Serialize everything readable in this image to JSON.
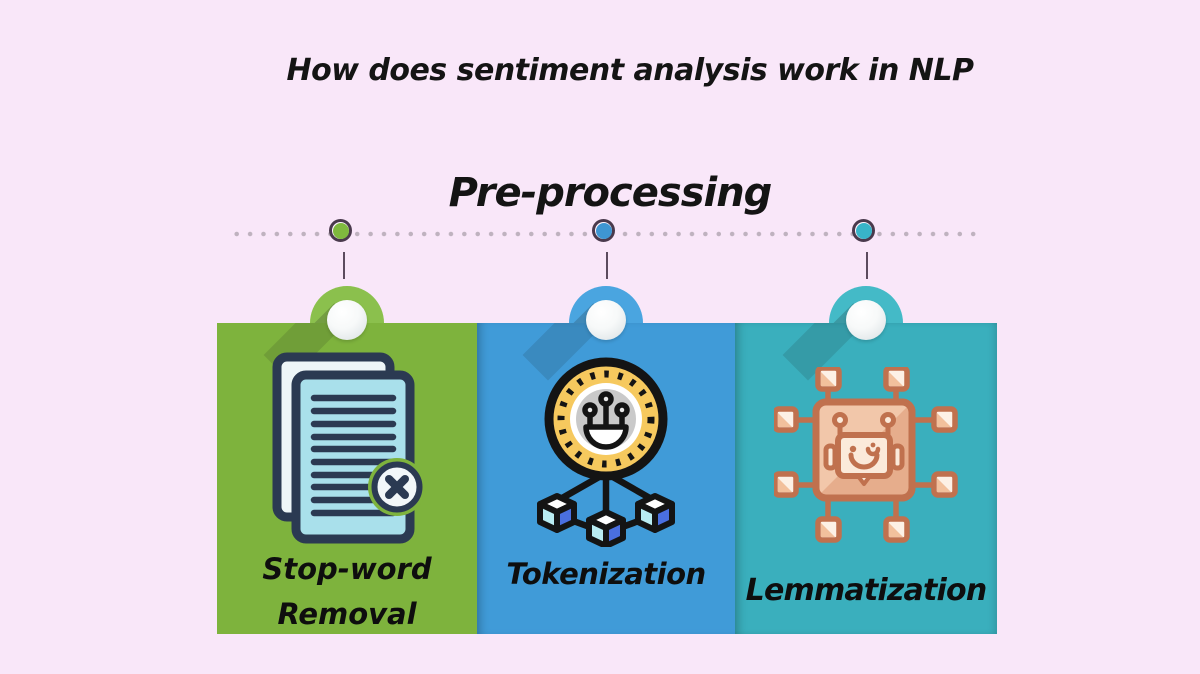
{
  "page": {
    "background": "#f9e7f9",
    "title": "How does sentiment analysis work in NLP",
    "text_color": "#141414"
  },
  "section": {
    "heading": "Pre-processing"
  },
  "timeline": {
    "dotted_line_color": "#bfb2bf",
    "marker_ring_color": "#4a3a4d",
    "marker_inner_background": "#fdf3fc",
    "connector_color": "#5c4b5e",
    "markers": [
      {
        "name": "stop-word-removal-marker",
        "color": "#7fb93e"
      },
      {
        "name": "tokenization-marker",
        "color": "#3e96d2"
      },
      {
        "name": "lemmatization-marker",
        "color": "#38b4c8"
      }
    ]
  },
  "steps": [
    {
      "lines": [
        "Stop-word",
        "Removal"
      ],
      "icon": "stopword-document-remove-icon",
      "card_color": "#7eb33d",
      "bump_color": "#8bc04d"
    },
    {
      "lines": [
        "Tokenization"
      ],
      "icon": "tokenization-coin-cubes-icon",
      "card_color": "#409bd8",
      "bump_color": "#4aa5e0"
    },
    {
      "lines": [
        "Lemmatization"
      ],
      "icon": "lemmatization-robot-chip-icon",
      "card_color": "#3aafbd",
      "bump_color": "#44bac7"
    }
  ]
}
